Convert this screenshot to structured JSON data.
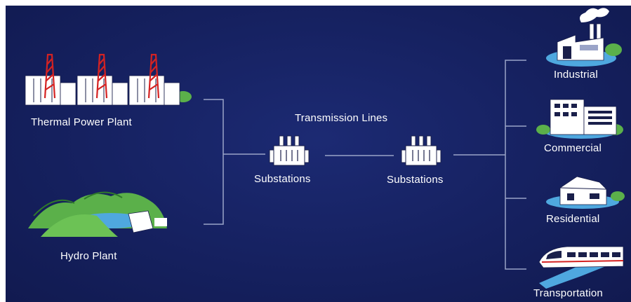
{
  "labels": {
    "thermal": "Thermal Power Plant",
    "hydro": "Hydro Plant",
    "transmission": "Transmission Lines",
    "substation_left": "Substations",
    "substation_right": "Substations",
    "industrial": "Industrial",
    "commercial": "Commercial",
    "residential": "Residential",
    "transportation": "Transportation"
  },
  "colors": {
    "background": "#15205e",
    "line": "#9aa4c8",
    "text": "#ffffff",
    "tower_red": "#d42222",
    "foliage": "#5bb04a",
    "water": "#4fa8df"
  },
  "icons": [
    "thermal-plant-icon",
    "hydro-plant-icon",
    "transformer-icon",
    "factory-icon",
    "office-building-icon",
    "house-icon",
    "train-icon"
  ]
}
